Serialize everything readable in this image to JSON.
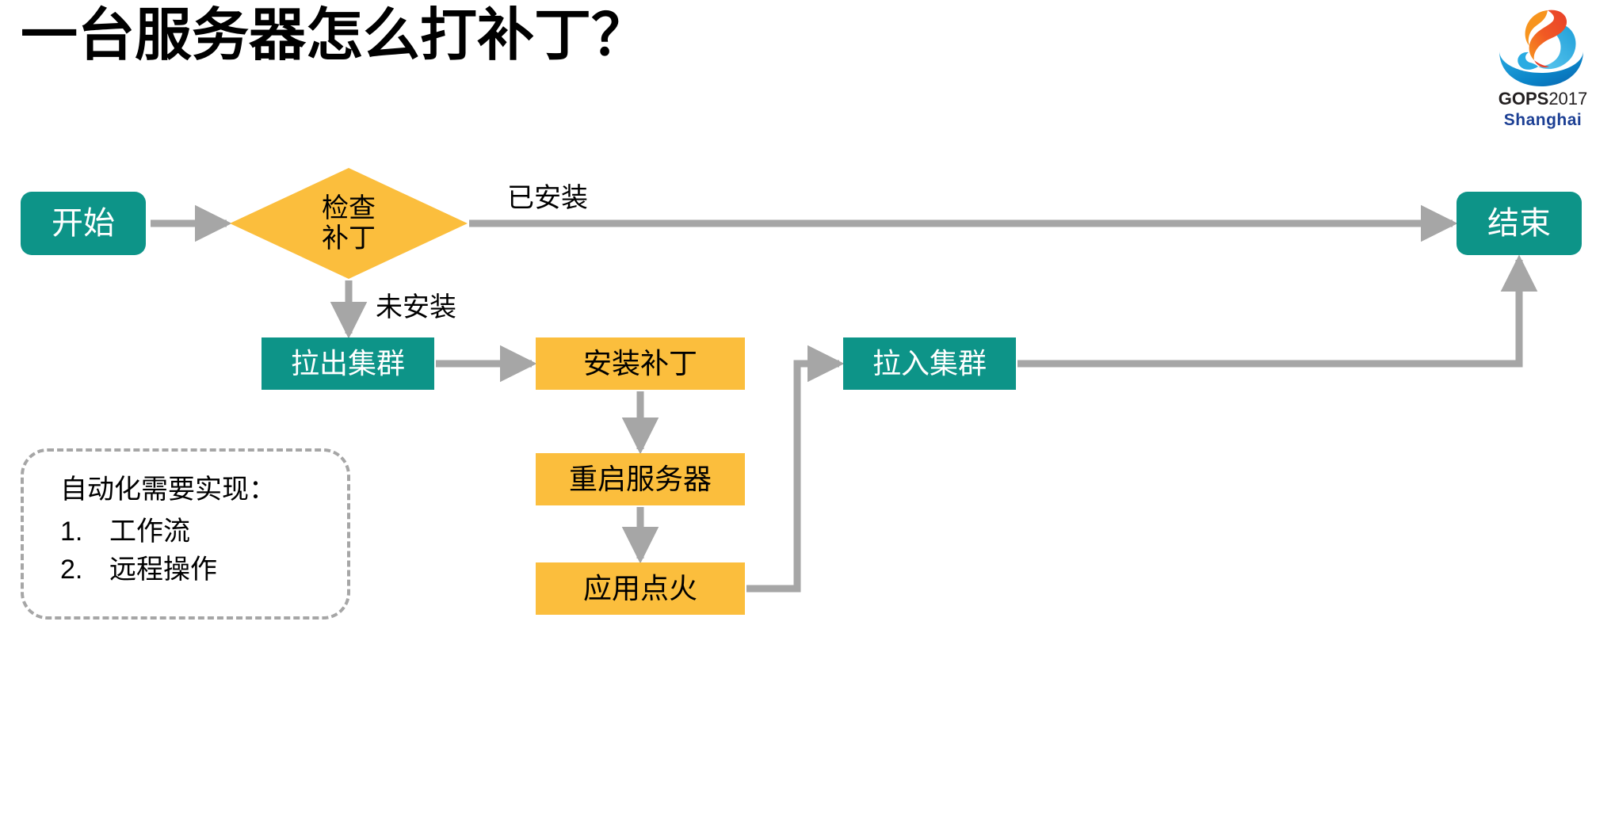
{
  "slide": {
    "title": "一台服务器怎么打补丁？",
    "background": "#ffffff"
  },
  "logo": {
    "name": "gops-logo",
    "brand": "GOPS",
    "year": "2017",
    "city": "Shanghai",
    "colors": {
      "flame_orange": "#f15a24",
      "flame_red": "#e8402a",
      "swoosh_blue": "#0a9bd8",
      "swoosh_dark_blue": "#0b63ae",
      "city_text": "#1c3f94",
      "brand_text": "#231f20"
    }
  },
  "colors": {
    "teal": "#0d9488",
    "amber": "#fbbe3d",
    "connector_gray": "#a6a6a6",
    "text_dark": "#000000",
    "text_light": "#ffffff"
  },
  "flowchart": {
    "nodes": [
      {
        "id": "start",
        "label": "开始",
        "shape": "rounded-rect",
        "fill": "#0d9488"
      },
      {
        "id": "check-patch",
        "label_line1": "检查",
        "label_line2": "补丁",
        "shape": "diamond",
        "fill": "#fbbe3d"
      },
      {
        "id": "end",
        "label": "结束",
        "shape": "rounded-rect",
        "fill": "#0d9488"
      },
      {
        "id": "pull-out",
        "label": "拉出集群",
        "shape": "rect",
        "fill": "#0d9488"
      },
      {
        "id": "install",
        "label": "安装补丁",
        "shape": "rect",
        "fill": "#fbbe3d"
      },
      {
        "id": "reboot",
        "label": "重启服务器",
        "shape": "rect",
        "fill": "#fbbe3d"
      },
      {
        "id": "ignite",
        "label": "应用点火",
        "shape": "rect",
        "fill": "#fbbe3d"
      },
      {
        "id": "pull-in",
        "label": "拉入集群",
        "shape": "rect",
        "fill": "#0d9488"
      }
    ],
    "edge_labels": {
      "installed": "已安装",
      "not_installed": "未安装"
    },
    "edges": [
      {
        "from": "start",
        "to": "check-patch",
        "label": ""
      },
      {
        "from": "check-patch",
        "to": "end",
        "label": "已安装"
      },
      {
        "from": "check-patch",
        "to": "pull-out",
        "label": "未安装"
      },
      {
        "from": "pull-out",
        "to": "install",
        "label": ""
      },
      {
        "from": "install",
        "to": "reboot",
        "label": ""
      },
      {
        "from": "reboot",
        "to": "ignite",
        "label": ""
      },
      {
        "from": "ignite",
        "to": "pull-in",
        "label": ""
      },
      {
        "from": "pull-in",
        "to": "end",
        "label": ""
      }
    ]
  },
  "note": {
    "title": "自动化需要实现：",
    "items": [
      {
        "num": "1.",
        "text": "工作流"
      },
      {
        "num": "2.",
        "text": "远程操作"
      }
    ]
  }
}
